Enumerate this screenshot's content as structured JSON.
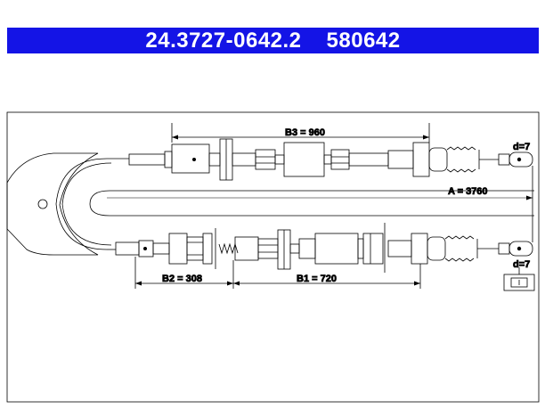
{
  "header": {
    "part_number": "24.3727-0642.2",
    "ref_number": "580642",
    "background": "#1414e6",
    "text_color": "#ffffff"
  },
  "dimensions": {
    "b3": "B3 = 960",
    "a": "A = 3760",
    "b2": "B2 = 308",
    "b1": "B1 = 720",
    "d_top": "d=7",
    "d_bottom": "d=7"
  }
}
